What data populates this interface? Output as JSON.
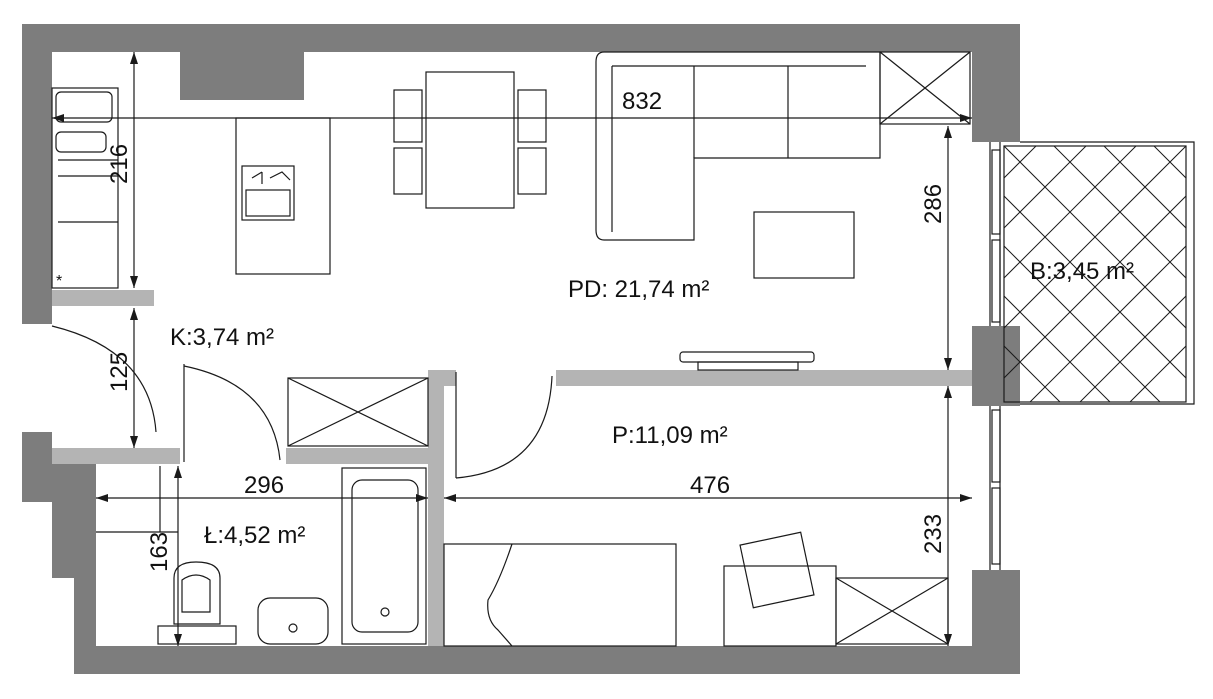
{
  "rooms": {
    "living_kitchen": "PD: 21,74 m²",
    "kitchen_hall": "K:3,74 m²",
    "bathroom": "Ł:4,52 m²",
    "room": "P:11,09 m²",
    "balcony": "B:3,45 m²"
  },
  "dimensions": {
    "living_width": "832",
    "kitchen_depth": "216",
    "living_depth": "286",
    "hall_depth": "125",
    "bath_width": "296",
    "room_width": "476",
    "bath_depth": "163",
    "room_depth": "233"
  },
  "symbols": {
    "asterisk": "*"
  },
  "colors": {
    "wall": "#7d7d7d",
    "partition": "#b4b4b4",
    "line": "#1a1a1a"
  }
}
